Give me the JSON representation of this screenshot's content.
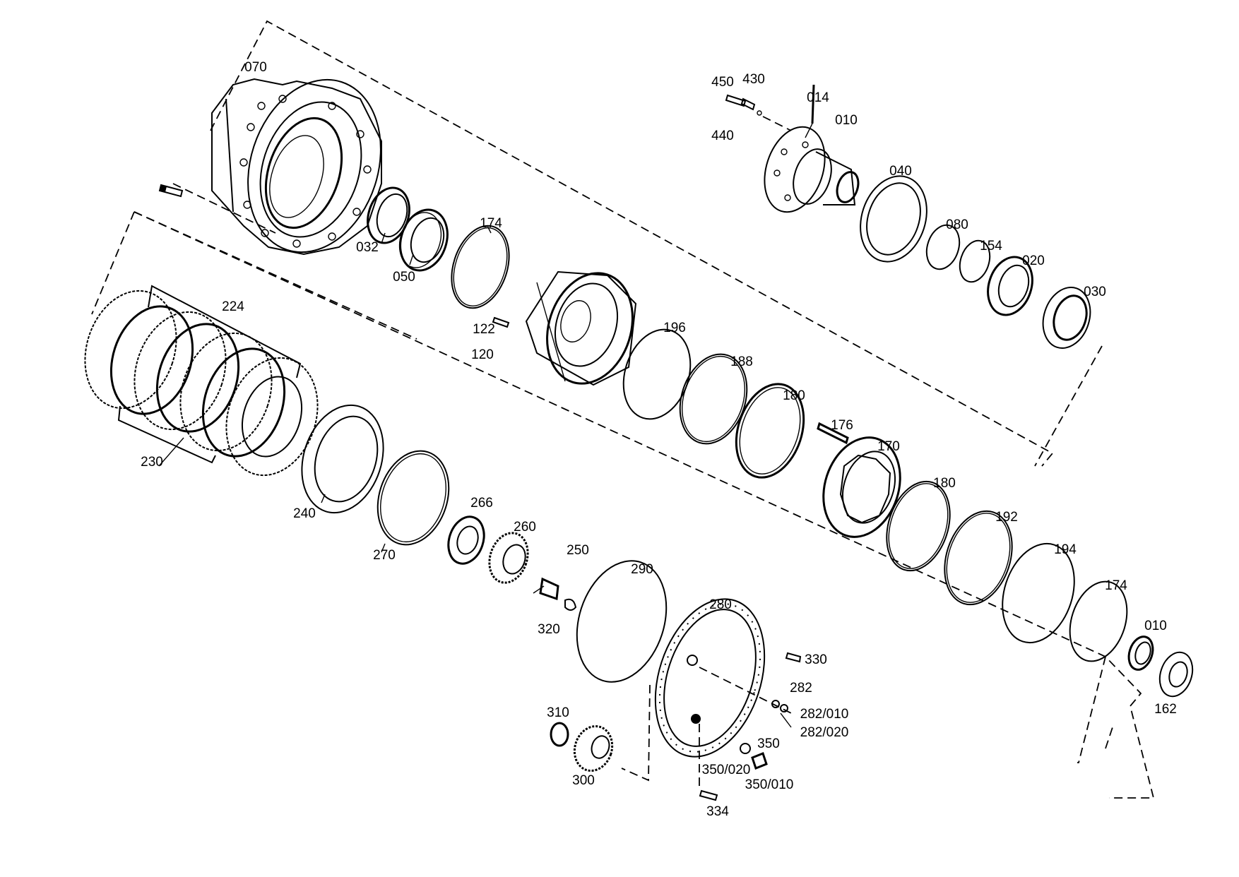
{
  "diagram": {
    "type": "exploded-parts-view",
    "labels": [
      {
        "id": "070",
        "text": "070"
      },
      {
        "id": "450",
        "text": "450"
      },
      {
        "id": "430",
        "text": "430"
      },
      {
        "id": "014",
        "text": "014"
      },
      {
        "id": "440",
        "text": "440"
      },
      {
        "id": "010a",
        "text": "010"
      },
      {
        "id": "040",
        "text": "040"
      },
      {
        "id": "080",
        "text": "080"
      },
      {
        "id": "154",
        "text": "154"
      },
      {
        "id": "020",
        "text": "020"
      },
      {
        "id": "030",
        "text": "030"
      },
      {
        "id": "032",
        "text": "032"
      },
      {
        "id": "050",
        "text": "050"
      },
      {
        "id": "174a",
        "text": "174"
      },
      {
        "id": "224",
        "text": "224"
      },
      {
        "id": "122",
        "text": "122"
      },
      {
        "id": "120",
        "text": "120"
      },
      {
        "id": "196",
        "text": "196"
      },
      {
        "id": "188",
        "text": "188"
      },
      {
        "id": "180a",
        "text": "180"
      },
      {
        "id": "176",
        "text": "176"
      },
      {
        "id": "170",
        "text": "170"
      },
      {
        "id": "230",
        "text": "230"
      },
      {
        "id": "240",
        "text": "240"
      },
      {
        "id": "180b",
        "text": "180"
      },
      {
        "id": "192",
        "text": "192"
      },
      {
        "id": "266",
        "text": "266"
      },
      {
        "id": "260",
        "text": "260"
      },
      {
        "id": "270",
        "text": "270"
      },
      {
        "id": "250",
        "text": "250"
      },
      {
        "id": "194",
        "text": "194"
      },
      {
        "id": "290",
        "text": "290"
      },
      {
        "id": "174b",
        "text": "174"
      },
      {
        "id": "280",
        "text": "280"
      },
      {
        "id": "320",
        "text": "320"
      },
      {
        "id": "010b",
        "text": "010"
      },
      {
        "id": "330",
        "text": "330"
      },
      {
        "id": "282",
        "text": "282"
      },
      {
        "id": "282_010",
        "text": "282/010"
      },
      {
        "id": "282_020",
        "text": "282/020"
      },
      {
        "id": "162",
        "text": "162"
      },
      {
        "id": "310",
        "text": "310"
      },
      {
        "id": "350",
        "text": "350"
      },
      {
        "id": "350_020",
        "text": "350/020"
      },
      {
        "id": "350_010",
        "text": "350/010"
      },
      {
        "id": "300",
        "text": "300"
      },
      {
        "id": "334",
        "text": "334"
      }
    ]
  }
}
